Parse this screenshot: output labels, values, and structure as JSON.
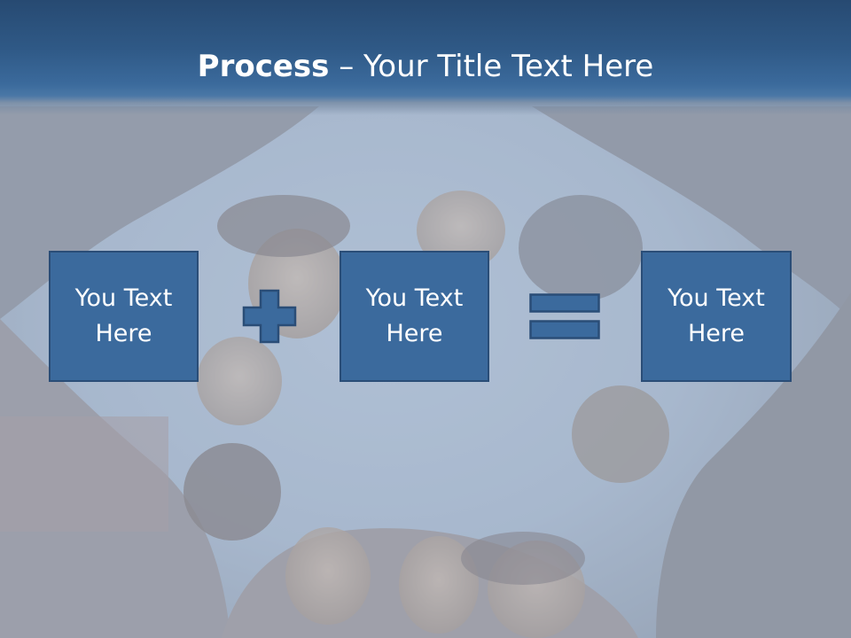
{
  "slide": {
    "title_bold": "Process",
    "title_separator": " – ",
    "title_rest": "Your Title Text Here"
  },
  "process": {
    "boxes": [
      {
        "label": "You Text Here"
      },
      {
        "label": "You Text Here"
      },
      {
        "label": "You Text Here"
      }
    ],
    "operators": [
      "plus-icon",
      "equals-icon"
    ]
  },
  "colors": {
    "header": "#2f5986",
    "box_fill": "#3b6a9d",
    "box_border": "#2a4d77",
    "text": "#ffffff"
  }
}
